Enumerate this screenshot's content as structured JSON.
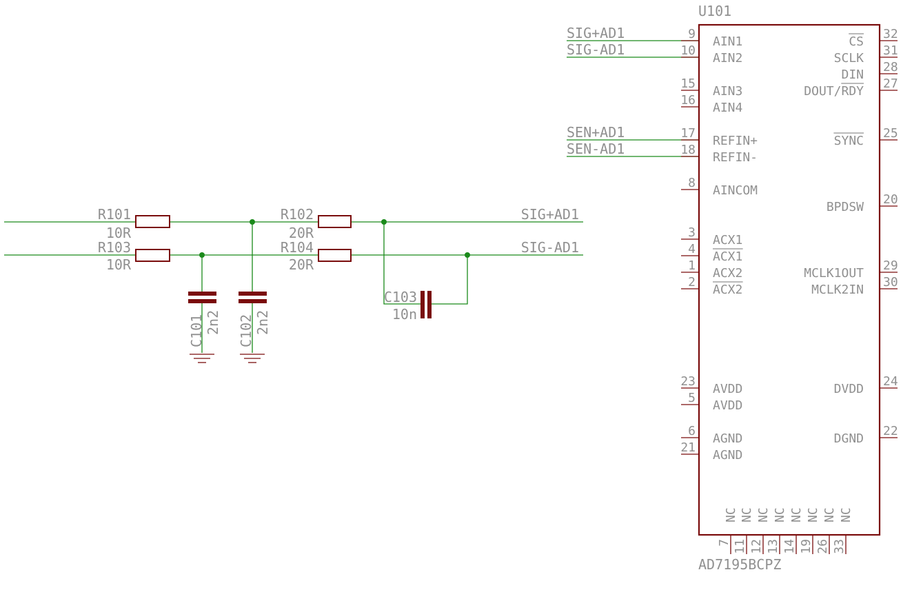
{
  "resistors": [
    {
      "id": "R101",
      "value": "10R"
    },
    {
      "id": "R103",
      "value": "10R"
    },
    {
      "id": "R102",
      "value": "20R"
    },
    {
      "id": "R104",
      "value": "20R"
    }
  ],
  "capacitors": [
    {
      "id": "C101",
      "value": "2n2"
    },
    {
      "id": "C102",
      "value": "2n2"
    },
    {
      "id": "C103",
      "value": "10n"
    }
  ],
  "nets": {
    "sig_pos": "SIG+AD1",
    "sig_neg": "SIG-AD1",
    "sen_pos": "SEN+AD1",
    "sen_neg": "SEN-AD1"
  },
  "ic": {
    "ref": "U101",
    "part": "AD7195BCPZ",
    "left_pins": [
      {
        "num": "9",
        "name": "AIN1"
      },
      {
        "num": "10",
        "name": "AIN2"
      },
      {
        "num": "15",
        "name": "AIN3"
      },
      {
        "num": "16",
        "name": "AIN4"
      },
      {
        "num": "17",
        "name": "REFIN+"
      },
      {
        "num": "18",
        "name": "REFIN-"
      },
      {
        "num": "8",
        "name": "AINCOM"
      },
      {
        "num": "3",
        "name": "ACX1"
      },
      {
        "num": "4",
        "name": "ACX1"
      },
      {
        "num": "1",
        "name": "ACX2"
      },
      {
        "num": "2",
        "name": "ACX2"
      },
      {
        "num": "23",
        "name": "AVDD"
      },
      {
        "num": "5",
        "name": "AVDD"
      },
      {
        "num": "6",
        "name": "AGND"
      },
      {
        "num": "21",
        "name": "AGND"
      }
    ],
    "right_pins": [
      {
        "num": "32",
        "name": "CS"
      },
      {
        "num": "31",
        "name": "SCLK"
      },
      {
        "num": "28",
        "name": "DIN"
      },
      {
        "num": "27",
        "name": "DOUT/RDY"
      },
      {
        "num": "25",
        "name": "SYNC"
      },
      {
        "num": "20",
        "name": "BPDSW"
      },
      {
        "num": "29",
        "name": "MCLK1OUT"
      },
      {
        "num": "30",
        "name": "MCLK2IN"
      },
      {
        "num": "24",
        "name": "DVDD"
      },
      {
        "num": "22",
        "name": "DGND"
      }
    ],
    "bottom_pins": [
      {
        "num": "7",
        "name": "NC"
      },
      {
        "num": "11",
        "name": "NC"
      },
      {
        "num": "12",
        "name": "NC"
      },
      {
        "num": "13",
        "name": "NC"
      },
      {
        "num": "14",
        "name": "NC"
      },
      {
        "num": "19",
        "name": "NC"
      },
      {
        "num": "26",
        "name": "NC"
      },
      {
        "num": "33",
        "name": "NC"
      }
    ]
  }
}
